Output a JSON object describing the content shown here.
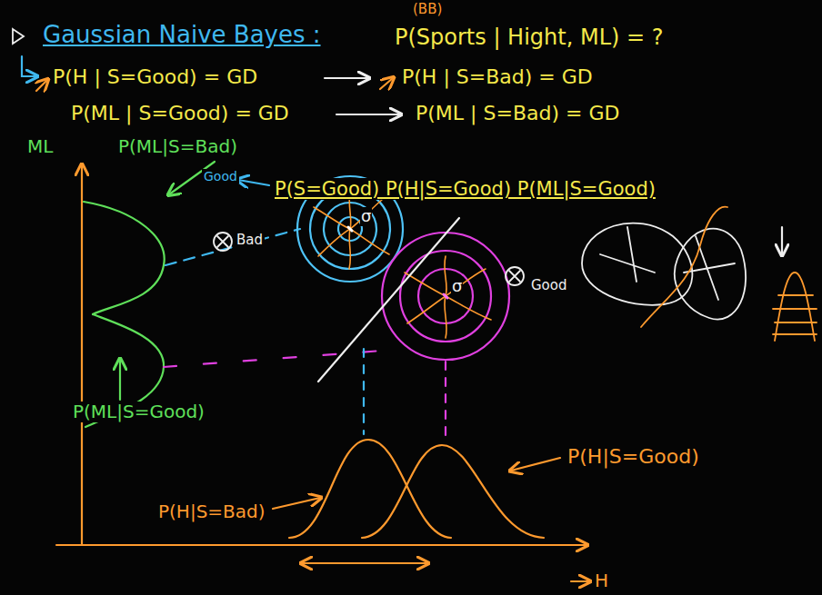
{
  "diagram": {
    "title": "Gaussian Naive Bayes :",
    "labels": [
      "(BB)",
      "P(Sports | Hight, ML) = ?",
      "P(H | S=Good) = GD",
      "P(H | S=Bad) = GD",
      "P(ML | S=Good) = GD",
      "P(ML | S=Bad) = GD",
      "ML",
      "P(ML|S=Bad)",
      "Good",
      "P(S=Good) P(H|S=Good) P(ML|S=Good)",
      "Bad",
      "σ",
      "σ",
      "Good",
      "P(ML|S=Good)",
      "P(H|S=Bad)",
      "P(H|S=Good)",
      "H"
    ]
  }
}
